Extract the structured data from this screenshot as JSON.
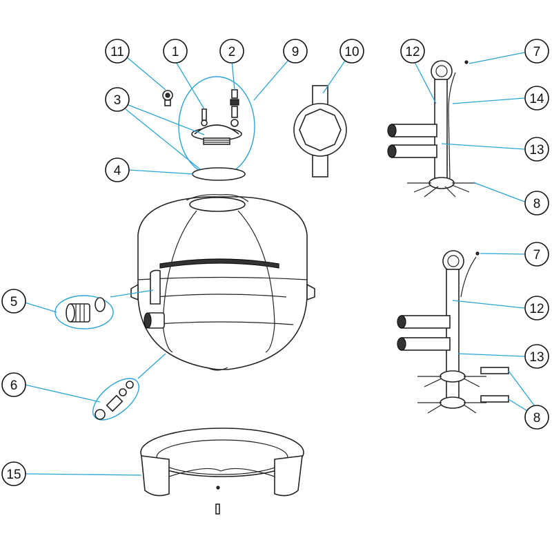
{
  "callouts": [
    {
      "id": "c11",
      "label": "11"
    },
    {
      "id": "c1",
      "label": "1"
    },
    {
      "id": "c2",
      "label": "2"
    },
    {
      "id": "c9",
      "label": "9"
    },
    {
      "id": "c10",
      "label": "10"
    },
    {
      "id": "c3",
      "label": "3"
    },
    {
      "id": "c4",
      "label": "4"
    },
    {
      "id": "c5",
      "label": "5"
    },
    {
      "id": "c6",
      "label": "6"
    },
    {
      "id": "c15",
      "label": "15"
    },
    {
      "id": "c12a",
      "label": "12"
    },
    {
      "id": "c7a",
      "label": "7"
    },
    {
      "id": "c14",
      "label": "14"
    },
    {
      "id": "c13a",
      "label": "13"
    },
    {
      "id": "c8a",
      "label": "8"
    },
    {
      "id": "c7b",
      "label": "7"
    },
    {
      "id": "c12b",
      "label": "12"
    },
    {
      "id": "c13b",
      "label": "13"
    },
    {
      "id": "c8b",
      "label": "8"
    }
  ],
  "colors": {
    "leader": "#29a3d6",
    "outline": "#222222",
    "background": "#ffffff"
  }
}
